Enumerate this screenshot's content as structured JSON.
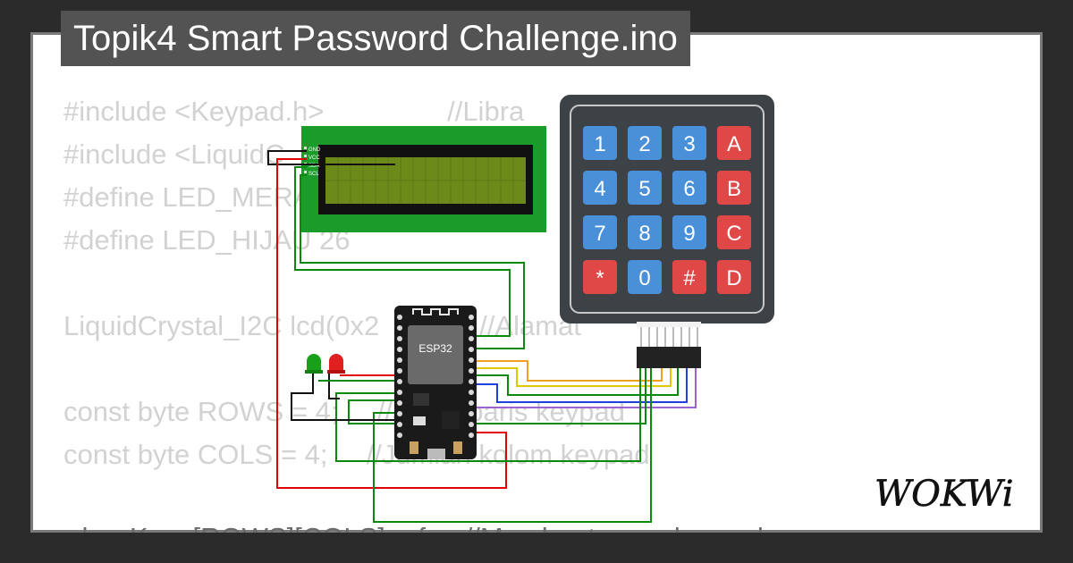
{
  "title": "Topik4 Smart Password Challenge.ino",
  "code_lines": [
    "#include <Keypad.h>                //Libra",
    "#include <LiquidC                        b",
    "#define LED_MERA",
    "#define LED_HIJAU 26",
    "",
    "LiquidCrystal_I2C lcd(0x2         ;   //Alamat",
    "",
    "const byte ROWS = 4;     //J     h baris keypad",
    "const byte COLS = 4;     //Jumlah kolom keypad"
  ],
  "bottom_code": "char Key  [ROWS][COLS] = {     //Membuat array keypad",
  "lcd": {
    "pins": [
      "GND",
      "VCC",
      "SDA",
      "SCL"
    ]
  },
  "esp32": {
    "label": "ESP32"
  },
  "keypad": {
    "keys": [
      [
        "1",
        "2",
        "3",
        "A"
      ],
      [
        "4",
        "5",
        "6",
        "B"
      ],
      [
        "7",
        "8",
        "9",
        "C"
      ],
      [
        "*",
        "0",
        "#",
        "D"
      ]
    ]
  },
  "brand": {
    "logo_text": "WOKWi"
  },
  "colors": {
    "background": "#2b2b2b",
    "card": "#ffffff",
    "title_bar": "#535353",
    "code_text": "#d2d2d2",
    "lcd_board": "#1a9b2a",
    "lcd_screen": "#6b8a1a",
    "keypad_body": "#3c4246",
    "key_blue": "#4a90d9",
    "key_red": "#e04848",
    "wire_red": "#e00000",
    "wire_green": "#0a8a0a",
    "wire_black": "#111111",
    "wire_orange": "#f0a020",
    "wire_yellow": "#e0c800",
    "wire_blue": "#2040e0",
    "wire_violet": "#a060d0"
  }
}
